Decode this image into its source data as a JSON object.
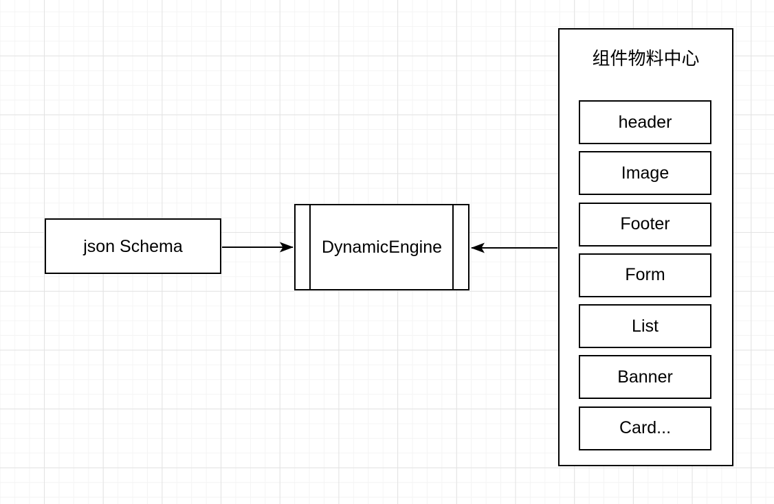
{
  "diagram": {
    "kind": "flow-diagram",
    "nodes": {
      "json_schema": {
        "label": "json Schema"
      },
      "dynamic_engine": {
        "label": "DynamicEngine",
        "shape": "process"
      },
      "component_center": {
        "title": "组件物料中心",
        "items": [
          "header",
          "Image",
          "Footer",
          "Form",
          "List",
          "Banner",
          "Card..."
        ]
      }
    },
    "edges": [
      {
        "from": "json_schema",
        "to": "dynamic_engine",
        "direction": "right"
      },
      {
        "from": "component_center",
        "to": "dynamic_engine",
        "direction": "left"
      }
    ]
  },
  "colors": {
    "stroke": "#000000",
    "fill": "#ffffff",
    "grid_minor": "#f4f4f4",
    "grid_major": "#e2e2e2",
    "text": "#000000"
  }
}
